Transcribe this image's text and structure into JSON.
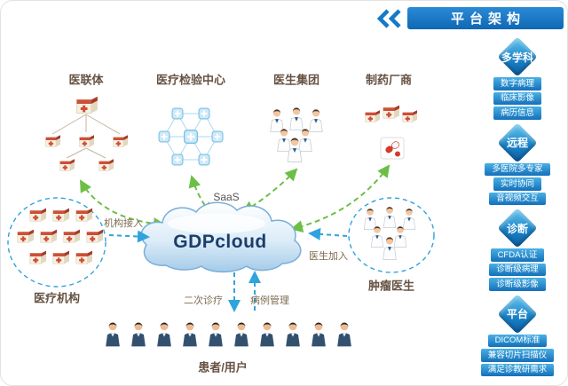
{
  "header": {
    "title": "平台架构"
  },
  "sidebar": {
    "sections": [
      {
        "title": "多学科",
        "items": [
          "数字病理",
          "临床影像",
          "病历信息"
        ]
      },
      {
        "title": "远程",
        "items": [
          "多医院多专家",
          "实时协同",
          "音视频交互"
        ]
      },
      {
        "title": "诊断",
        "items": [
          "CFDA认证",
          "诊断级病理",
          "诊断级影像"
        ]
      },
      {
        "title": "平台",
        "items": [
          "DICOM标准",
          "兼容切片扫描仪",
          "满足诊教研需求"
        ]
      }
    ]
  },
  "diagram": {
    "top_nodes": [
      {
        "label": "医联体"
      },
      {
        "label": "医疗检验中心"
      },
      {
        "label": "医生集团"
      },
      {
        "label": "制药厂商"
      }
    ],
    "cloud": {
      "name": "GDPcloud",
      "saas": "SaaS"
    },
    "left_cluster": {
      "label": "医疗机构",
      "arrow_label": "机构接入"
    },
    "right_cluster": {
      "label": "肿瘤医生",
      "arrow_label": "医生加入"
    },
    "bottom": {
      "label": "患者/用户",
      "down_arrow_label": "二次诊疗",
      "up_arrow_label": "病例管理"
    }
  },
  "colors": {
    "banner_blue": "#1579c8",
    "green_arrow": "#6cbf45",
    "blue_arrow": "#2fa3dc"
  }
}
